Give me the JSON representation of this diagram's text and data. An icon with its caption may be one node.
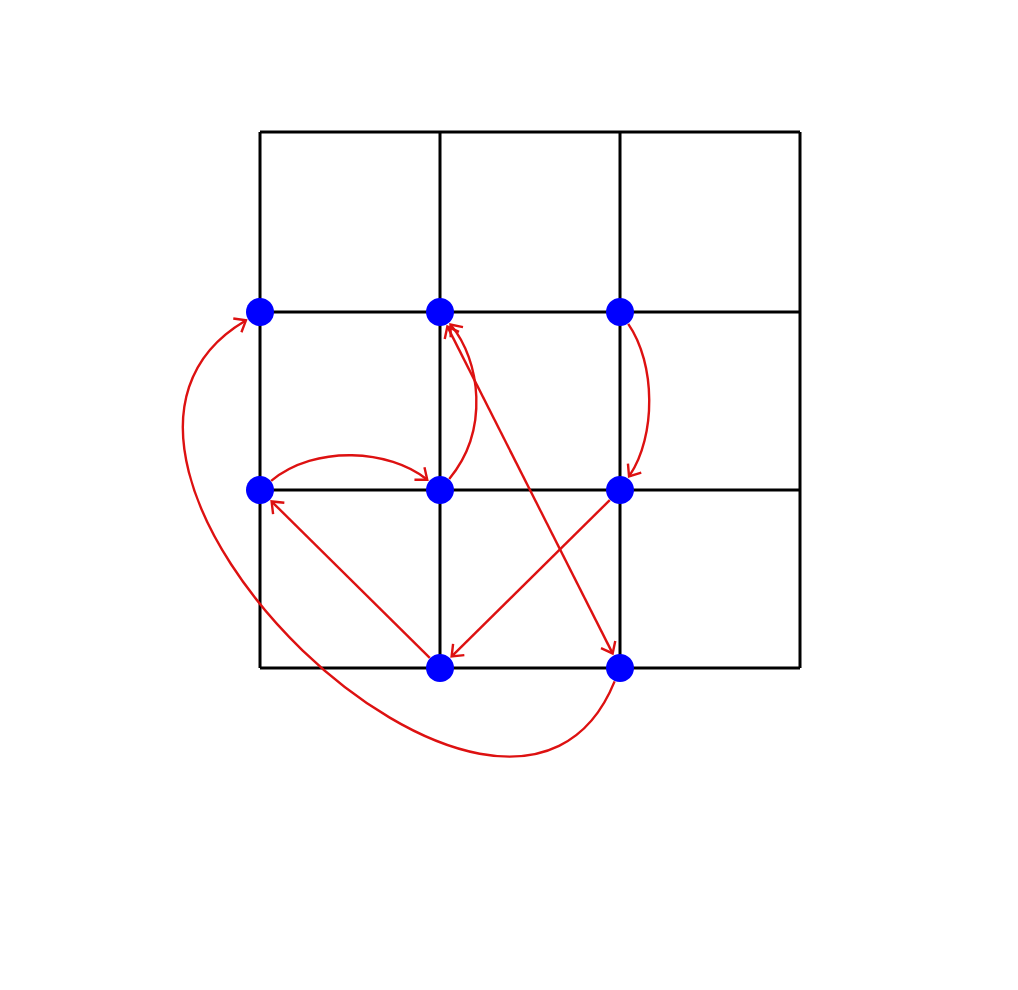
{
  "diagram": {
    "nodes": [
      {
        "text": [],
        "shape": "circle"
      },
      {
        "text": [],
        "shape": "circle"
      },
      {
        "text": [],
        "shape": "circle"
      },
      {
        "text": [],
        "shape": "circle"
      },
      {
        "text": [],
        "shape": "circle"
      },
      {
        "text": [],
        "shape": "circle"
      },
      {
        "text": [],
        "shape": "circle"
      },
      {
        "text": [],
        "shape": "circle"
      }
    ],
    "edges": [
      {
        "from": 7,
        "to": 0,
        "arrow": "to"
      },
      {
        "from": 3,
        "to": 4,
        "arrow": "to"
      },
      {
        "from": 4,
        "to": 1,
        "arrow": "to"
      },
      {
        "from": 2,
        "to": 5,
        "arrow": "to"
      },
      {
        "from": 1,
        "to": 7,
        "arrow": "both"
      },
      {
        "from": 5,
        "to": 6,
        "arrow": "to"
      },
      {
        "from": 6,
        "to": 3,
        "arrow": "to"
      }
    ]
  }
}
